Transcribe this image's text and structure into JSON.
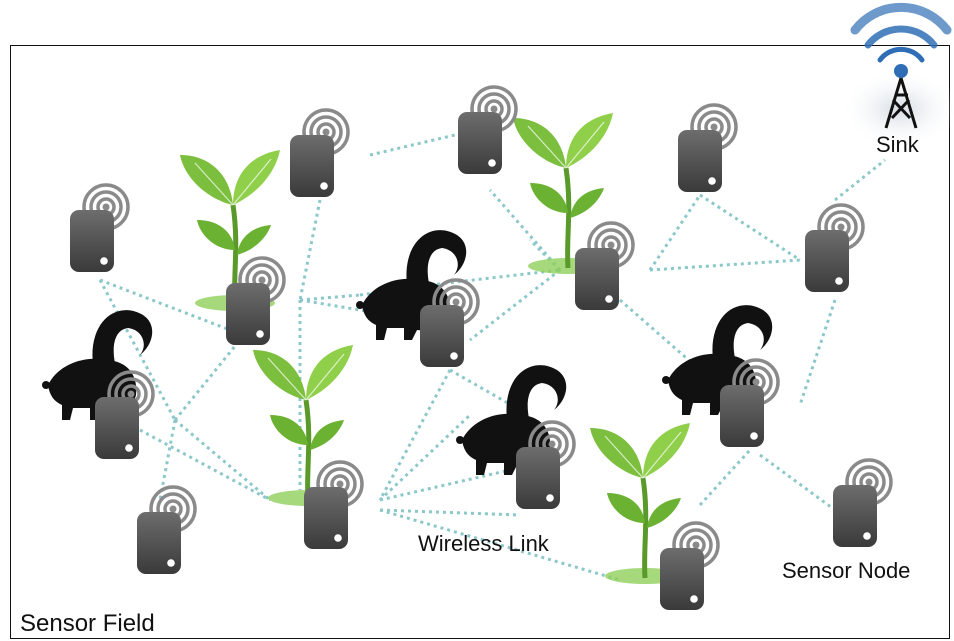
{
  "labels": {
    "sensor_field": "Sensor Field",
    "wireless_link": "Wireless Link",
    "sensor_node": "Sensor Node",
    "sink": "Sink"
  },
  "colors": {
    "link": "#8cc7c9",
    "node_top": "#6d6d6d",
    "node_bottom": "#3a3a3a",
    "leaf": "#7cbf3e",
    "leaf_dark": "#5a9a2a",
    "animal": "#111111",
    "sink_blue": "#2f6eb5",
    "signal_gray": "#8a8a8a"
  },
  "icons": [
    "sensor-node-icon",
    "plant-icon",
    "skunk-icon",
    "sink-tower-icon"
  ]
}
